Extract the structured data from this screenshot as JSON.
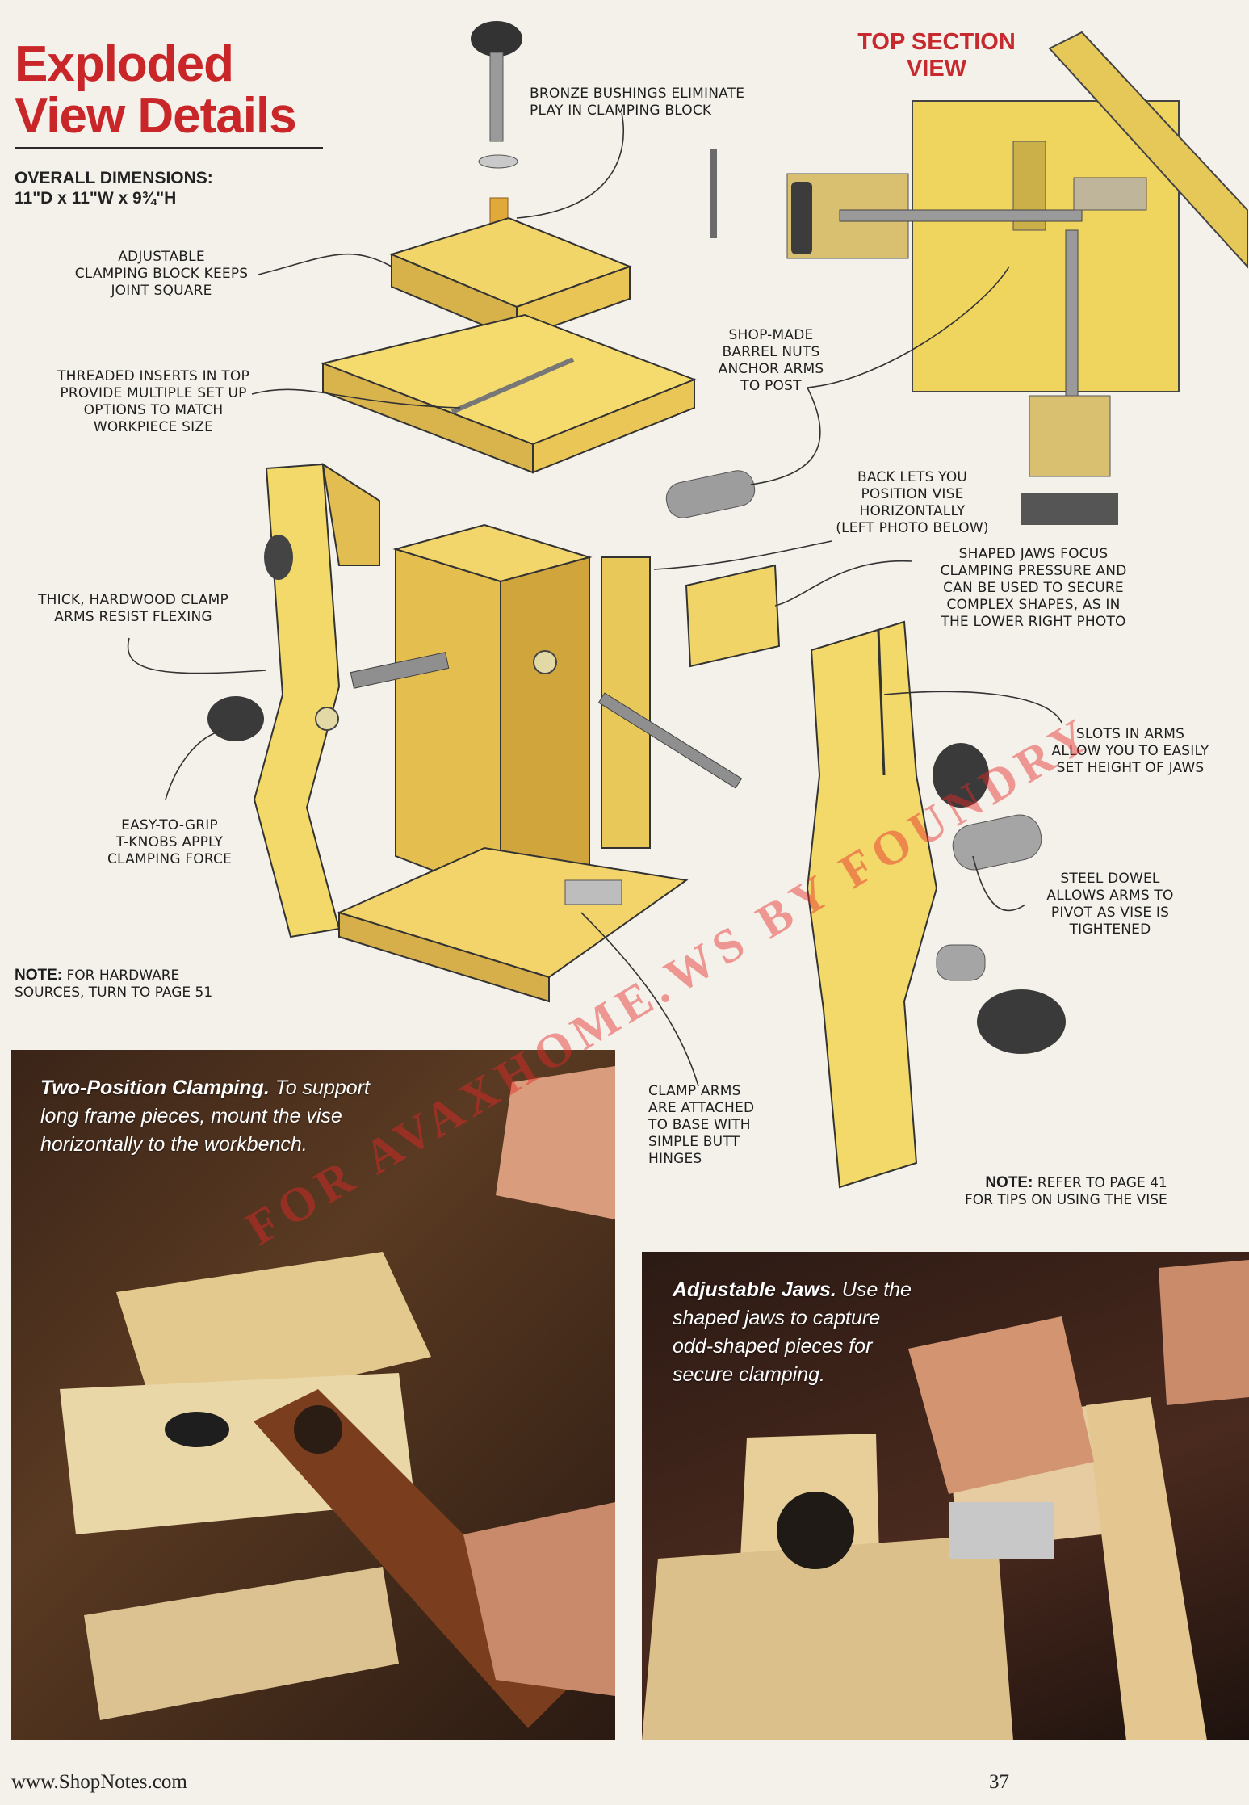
{
  "header": {
    "title_line1": "Exploded",
    "title_line2": "View Details",
    "dims_label": "OVERALL DIMENSIONS:",
    "dims_value": "11\"D x 11\"W x 9¾\"H"
  },
  "section_view": {
    "title_line1": "TOP SECTION",
    "title_line2": "VIEW"
  },
  "callouts": {
    "bronze": [
      "BRONZE BUSHINGS ELIMINATE",
      "PLAY IN CLAMPING BLOCK"
    ],
    "adjustable": [
      "ADJUSTABLE",
      "CLAMPING BLOCK KEEPS",
      "JOINT SQUARE"
    ],
    "threaded": [
      "THREADED INSERTS IN TOP",
      "PROVIDE MULTIPLE SET UP",
      "OPTIONS TO MATCH",
      "WORKPIECE SIZE"
    ],
    "barrel": [
      "SHOP-MADE",
      "BARREL NUTS",
      "ANCHOR ARMS",
      "TO POST"
    ],
    "back": [
      "BACK LETS YOU",
      "POSITION VISE",
      "HORIZONTALLY",
      "(LEFT PHOTO BELOW)"
    ],
    "shaped": [
      "SHAPED JAWS FOCUS",
      "CLAMPING PRESSURE AND",
      "CAN BE USED TO SECURE",
      "COMPLEX SHAPES, AS IN",
      "THE LOWER RIGHT PHOTO"
    ],
    "thick": [
      "THICK, HARDWOOD CLAMP",
      "ARMS RESIST FLEXING"
    ],
    "slots": [
      "SLOTS IN ARMS",
      "ALLOW YOU TO EASILY",
      "SET HEIGHT OF JAWS"
    ],
    "tknobs": [
      "EASY-TO-GRIP",
      "T-KNOBS APPLY",
      "CLAMPING FORCE"
    ],
    "dowel": [
      "STEEL DOWEL",
      "ALLOWS ARMS TO",
      "PIVOT AS VISE IS",
      "TIGHTENED"
    ],
    "hinges": [
      "CLAMP ARMS",
      "ARE ATTACHED",
      "TO BASE WITH",
      "SIMPLE BUTT",
      "HINGES"
    ]
  },
  "notes": {
    "hardware_label": "NOTE:",
    "hardware_text1": "FOR HARDWARE",
    "hardware_text2": "SOURCES, TURN TO PAGE 51",
    "tips_label": "NOTE:",
    "tips_text1": "REFER TO PAGE 41",
    "tips_text2": "FOR TIPS ON USING THE VISE"
  },
  "photos": {
    "left_title": "Two-Position Clamping.",
    "left_text1": " To support",
    "left_text2": "long frame pieces, mount the vise",
    "left_text3": "horizontally to the workbench.",
    "right_title": "Adjustable Jaws.",
    "right_text1": " Use the",
    "right_text2": "shaped jaws to capture",
    "right_text3": "odd-shaped pieces for",
    "right_text4": "secure clamping."
  },
  "watermark": "FOR AVAXHOME.WS BY FOUNDRY",
  "footer": {
    "url": "www.ShopNotes.com",
    "page_number": "37"
  },
  "colors": {
    "accent_red": "#c9262a",
    "wood": "#e8c85a",
    "wood_dark": "#c9a23a",
    "hardware": "#3a3a3a"
  }
}
